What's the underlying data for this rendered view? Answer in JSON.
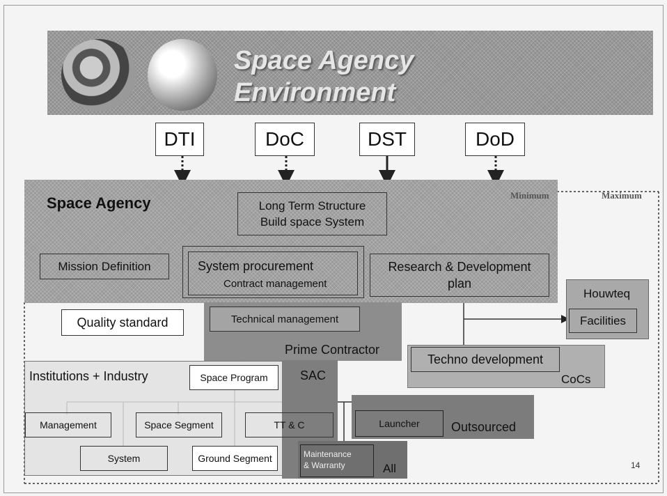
{
  "title": {
    "line1": "Space Agency",
    "line2": "Environment"
  },
  "departments": [
    "DTI",
    "DoC",
    "DST",
    "DoD"
  ],
  "scale": {
    "minimum": "Minimum",
    "maximum": "Maximum"
  },
  "space_agency": {
    "label": "Space Agency",
    "long_term_line1": "Long Term Structure",
    "long_term_line2": "Build space System",
    "mission_definition": "Mission Definition",
    "system_procurement": "System procurement",
    "contract_management": "Contract management",
    "rd_line1": "Research & Development",
    "rd_line2": "plan"
  },
  "quality_standard": "Quality standard",
  "technical_management": "Technical management",
  "prime_contractor": "Prime Contractor",
  "houwteq": "Houwteq",
  "facilities": "Facilities",
  "techno_development": "Techno development",
  "cocs": "CoCs",
  "institutions_industry": "Institutions + Industry",
  "space_program": "Space Program",
  "sac": "SAC",
  "management": "Management",
  "space_segment": "Space Segment",
  "ttc": "TT & C",
  "launcher": "Launcher",
  "outsourced": "Outsourced",
  "system": "System",
  "ground_segment": "Ground Segment",
  "maintenance_line1": "Maintenance",
  "maintenance_line2": "& Warranty",
  "all": "All",
  "page_number": "14"
}
